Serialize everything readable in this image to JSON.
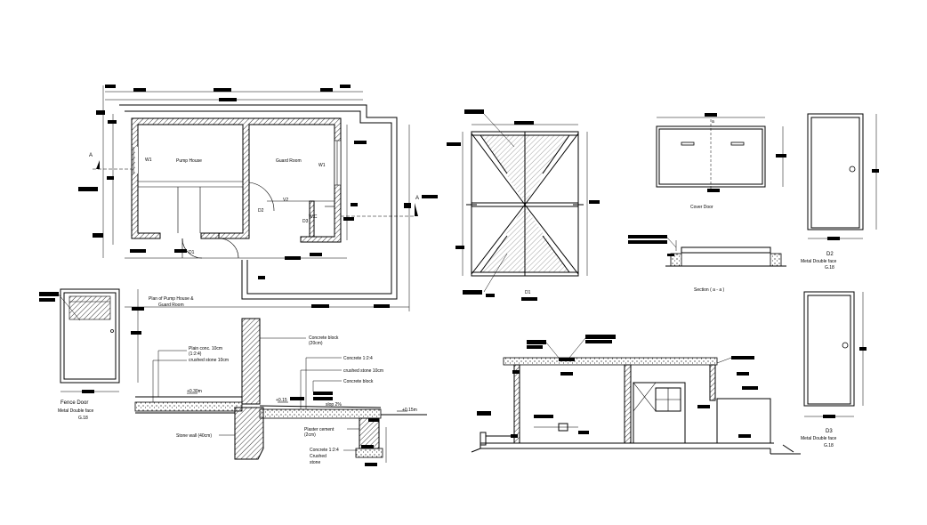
{
  "plan": {
    "title_line1": "Plan of Pump House &",
    "title_line2": "Guard Room",
    "room_pump": "Pump House",
    "room_guard": "Guard Room",
    "w1": "W1",
    "w1b": "W1",
    "d1": "D1",
    "d2": "D2",
    "d3": "D3",
    "wc": "W.C",
    "v2": "V2",
    "sec_a_left": "A",
    "sec_a_right": "A"
  },
  "fence_door": {
    "title": "Fence Door",
    "line2": "Metal Double face",
    "line3": "G.18"
  },
  "gate": {
    "label": "D1"
  },
  "cover_door": {
    "label": "Cover Door",
    "section_label": "Section ( a - a )",
    "mark": "a"
  },
  "door_d2": {
    "title": "D2",
    "line2": "Metal Double face",
    "line3": "G.18"
  },
  "door_d3": {
    "title": "D3",
    "line2": "Metal Double face",
    "line3": "G.18"
  },
  "detail": {
    "plain_conc": "Plain conc. 10cm",
    "ratio": "(1:2:4)",
    "crushed_stone_left": "crushed stone 10cm",
    "level_left": "+0.30m",
    "concrete_block_top": "Concrete block",
    "concrete_block_top2": "(20cm)",
    "concrete_124": "Concrete 1:2:4",
    "crushed_stone_right": "crushed stone 10cm",
    "concrete_block_right": "Concrete block",
    "level_mid": "+0.15",
    "slope": "slop 2%",
    "level_right": "+0.15m",
    "stone_wall": "Stone wall (40cm)",
    "plaster": "Plaster cement",
    "plaster2": "(2cm)",
    "concrete_124_bottom": "Concrete 1:2:4",
    "crushed_bottom": "Crushed",
    "stone_bottom": "stone"
  }
}
